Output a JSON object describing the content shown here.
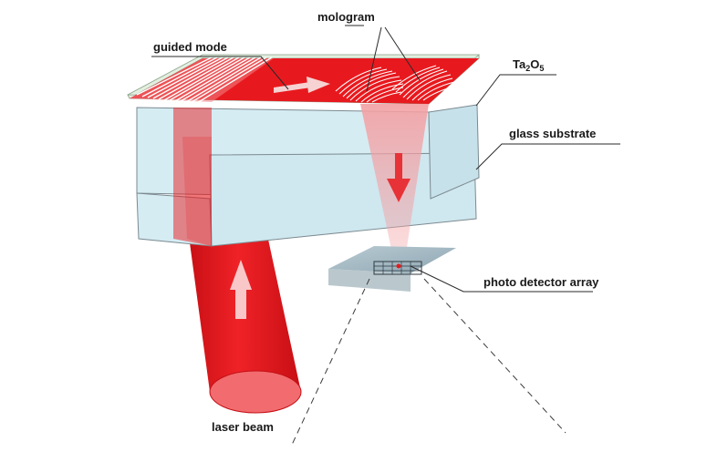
{
  "labels": {
    "mologram": "mologram",
    "guided_mode": "guided mode",
    "tantalum_base": "Ta",
    "tantalum_sub1": "2",
    "tantalum_o": "O",
    "tantalum_sub2": "5",
    "glass_substrate": "glass substrate",
    "photo_detector_array": "photo detector array",
    "laser_beam": "laser beam"
  },
  "colors": {
    "laser_red": "#e8191e",
    "glass_blue": "#d5ecf3",
    "coating_green": "#dfeedd",
    "detector_gray": "#9fb4bf"
  }
}
